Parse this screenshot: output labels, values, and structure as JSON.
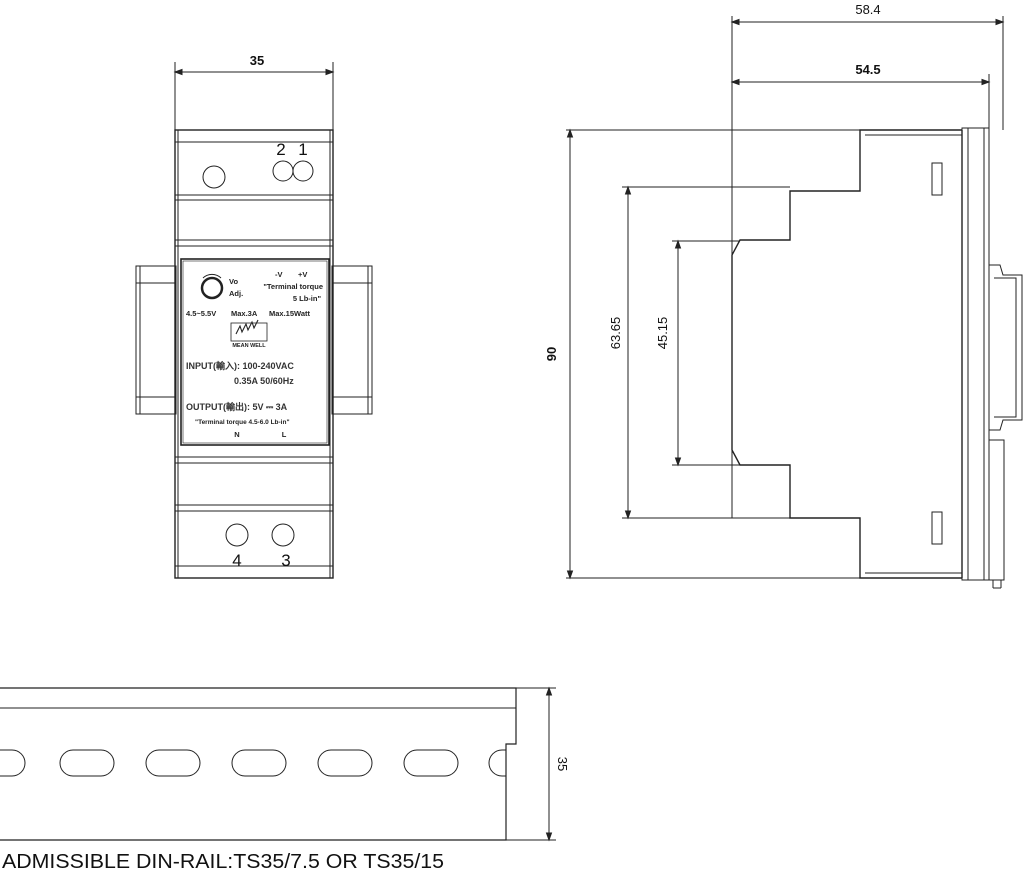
{
  "dimensions": {
    "front_width": "35",
    "side_depth_total": "58.4",
    "side_depth": "54.5",
    "height": "90",
    "inner_height_1": "63.65",
    "inner_height_2": "45.15",
    "rail_height": "35"
  },
  "terminals": {
    "top_left": "2",
    "top_right": "1",
    "bottom_left": "4",
    "bottom_right": "3"
  },
  "label": {
    "vo": "Vo",
    "adj": "Adj.",
    "minus_v": "-V",
    "plus_v": "+V",
    "torque_top_1": "\"Terminal torque",
    "torque_top_2": "5 Lb-in\"",
    "out_range": "4.5~5.5V",
    "max_current": "Max.3A",
    "max_power": "Max.15Watt",
    "brand": "MEAN WELL",
    "input_line": "INPUT(輸入): 100-240VAC",
    "input_line_2": "0.35A  50/60Hz",
    "output_line": "OUTPUT(輸出): 5V ⎓ 3A",
    "torque_bottom": "\"Terminal torque 4.5-6.0 Lb-in\"",
    "n": "N",
    "l": "L"
  },
  "caption": "ADMISSIBLE DIN-RAIL:TS35/7.5 OR TS35/15"
}
